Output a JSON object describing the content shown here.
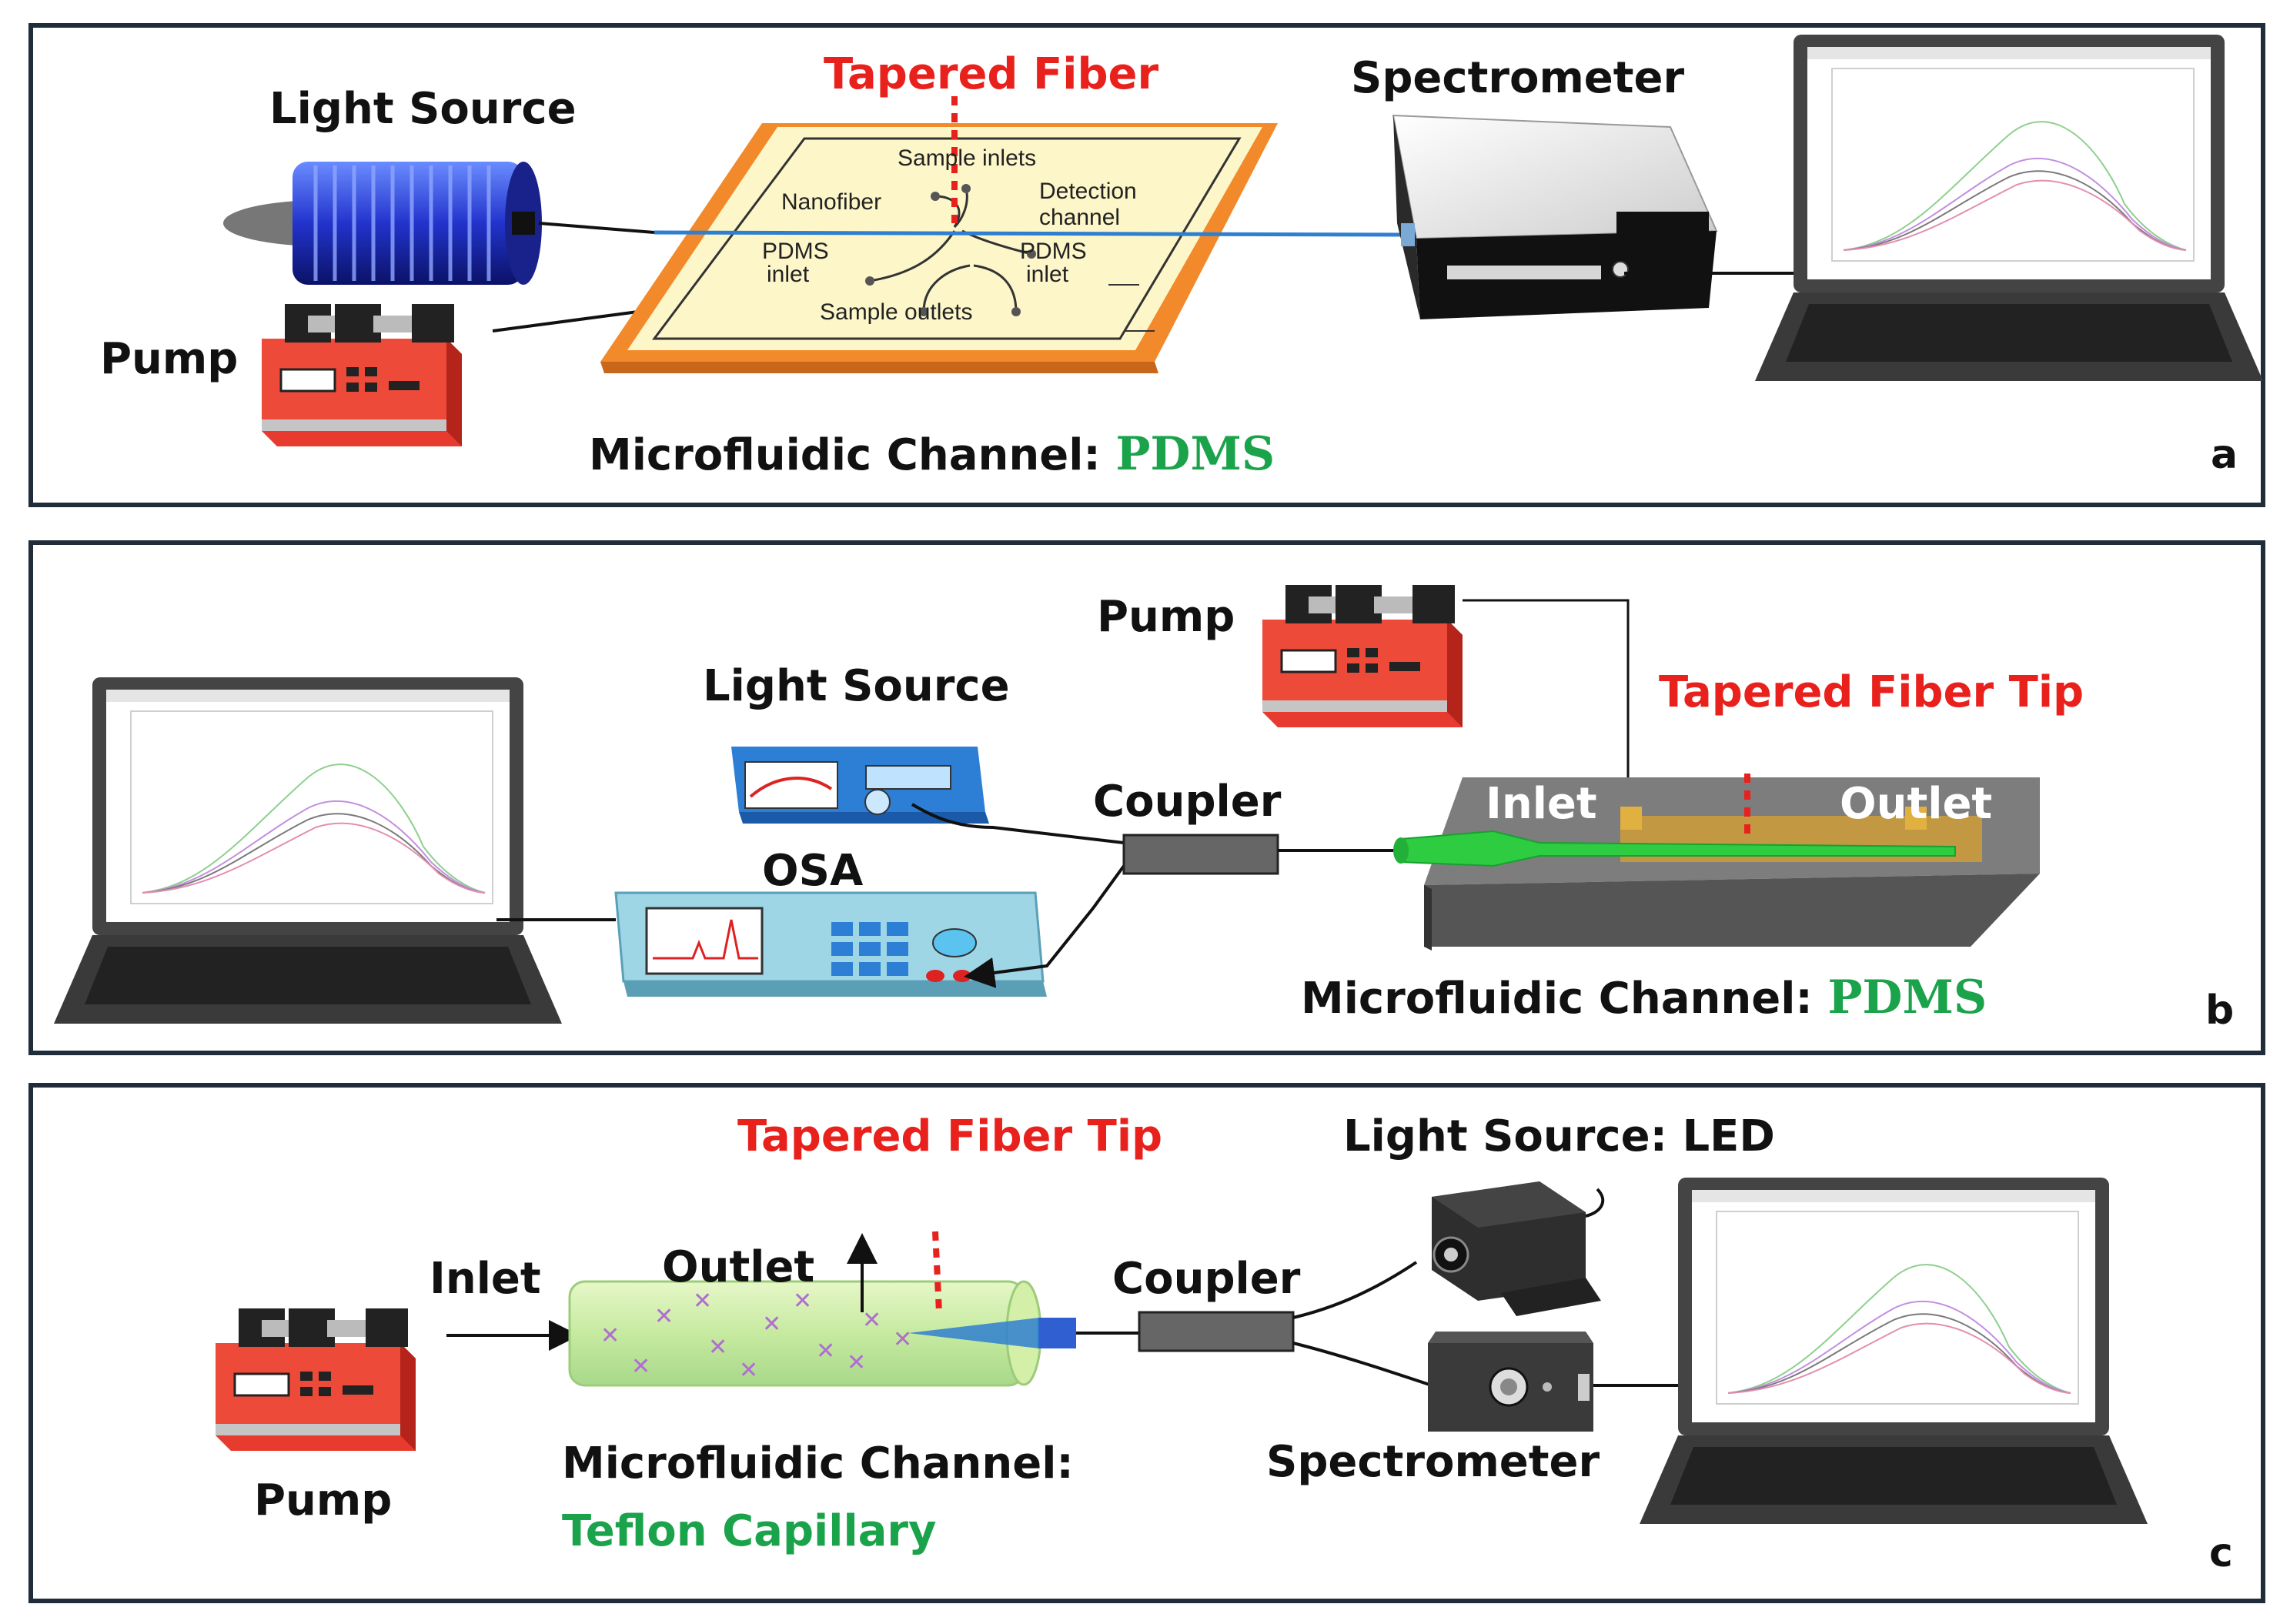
{
  "colors": {
    "frame": "#1f2d3a",
    "label_red": "#e8211d",
    "label_green": "#1aa34a",
    "pump_red": "#e63b2e",
    "fiber_green": "#2ecc40",
    "pdms_orange": "#f28a2b",
    "pdms_cream": "#fdf6c9",
    "laptop_dark": "#3a3a3a"
  },
  "panel_a": {
    "letter": "a",
    "tapered_fiber": "Tapered Fiber",
    "light_source": "Light Source",
    "spectrometer": "Spectrometer",
    "pump": "Pump",
    "channel_label": "Microfluidic Channel: ",
    "channel_material": "PDMS",
    "chip": {
      "sample_inlets": "Sample inlets",
      "nanofiber": "Nanofiber",
      "detection": "Detection",
      "channel": "channel",
      "pdms_left": "PDMS",
      "inlet_left": "inlet",
      "pdms_right": "PDMS",
      "inlet_right": "inlet",
      "sample_outlets": "Sample outlets"
    }
  },
  "panel_b": {
    "letter": "b",
    "pump": "Pump",
    "light_source": "Light Source",
    "tapered_fiber_tip": "Tapered Fiber Tip",
    "coupler": "Coupler",
    "osa": "OSA",
    "inlet": "Inlet",
    "outlet": "Outlet",
    "channel_label": "Microfluidic Channel: ",
    "channel_material": "PDMS"
  },
  "panel_c": {
    "letter": "c",
    "tapered_fiber_tip": "Tapered Fiber Tip",
    "light_source": "Light Source: LED",
    "inlet": "Inlet",
    "outlet": "Outlet",
    "coupler": "Coupler",
    "pump": "Pump",
    "channel_label": "Microfluidic Channel:",
    "channel_material": "Teflon Capillary",
    "spectrometer": "Spectrometer"
  }
}
